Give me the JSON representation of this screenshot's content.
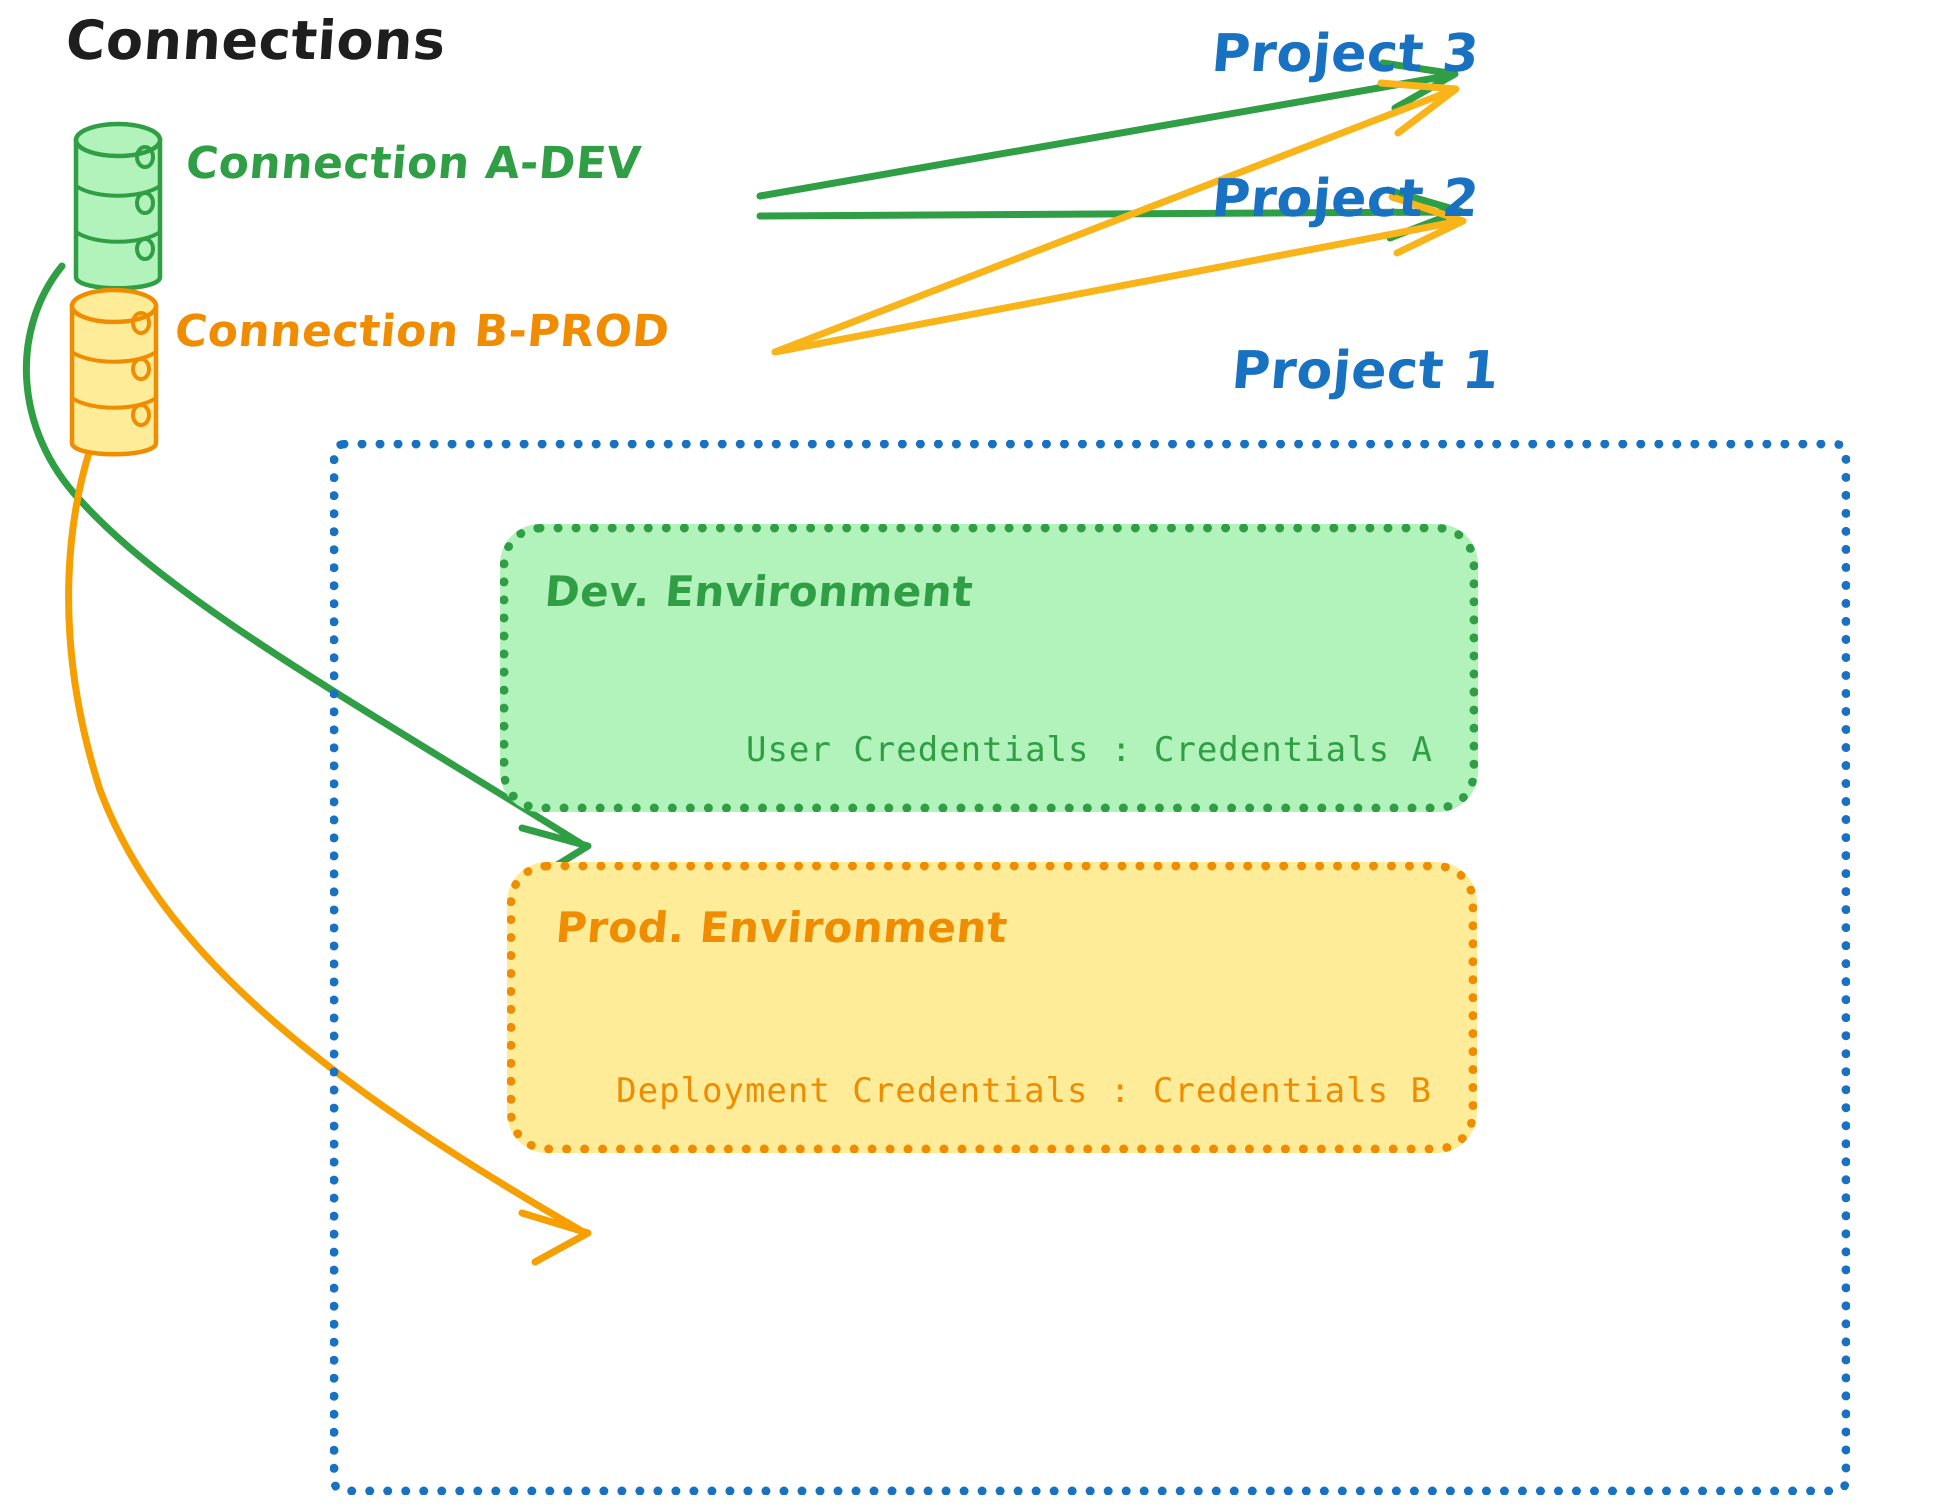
{
  "title": "Connections",
  "colors": {
    "green_stroke": "#2f9e44",
    "green_fill": "#b2f2bb",
    "orange_stroke": "#f08c00",
    "orange_fill": "#ffec99",
    "blue_stroke": "#1971c2",
    "text_dark": "#1e1e1e",
    "background": "#ffffff"
  },
  "connections": [
    {
      "id": "connection-a-dev",
      "label": "Connection A-DEV",
      "icon": "database-cylinder-icon",
      "color": "#2f9e44"
    },
    {
      "id": "connection-b-prod",
      "label": "Connection B-PROD",
      "icon": "database-cylinder-icon",
      "color": "#f08c00"
    }
  ],
  "projects": [
    {
      "id": "project-3",
      "label": "Project 3"
    },
    {
      "id": "project-2",
      "label": "Project 2"
    },
    {
      "id": "project-1",
      "label": "Project 1"
    }
  ],
  "project1": {
    "label": "Project 1",
    "environments": [
      {
        "id": "dev-environment",
        "title": "Dev. Environment",
        "credentials_label": "User Credentials : Credentials A",
        "color": "#2f9e44",
        "fill": "#b2f2bb"
      },
      {
        "id": "prod-environment",
        "title": "Prod. Environment",
        "credentials_label": "Deployment Credentials : Credentials B",
        "color": "#f08c00",
        "fill": "#ffec99"
      }
    ]
  },
  "edges": [
    {
      "id": "edge-a-dev-to-project-3",
      "from": "connection-a-dev",
      "to": "project-3",
      "color": "#2f9e44"
    },
    {
      "id": "edge-a-dev-to-project-2",
      "from": "connection-a-dev",
      "to": "project-2",
      "color": "#2f9e44"
    },
    {
      "id": "edge-a-dev-to-dev-environment",
      "from": "connection-a-dev",
      "to": "dev-environment",
      "color": "#2f9e44"
    },
    {
      "id": "edge-b-prod-to-project-3",
      "from": "connection-b-prod",
      "to": "project-3",
      "color": "#f08c00"
    },
    {
      "id": "edge-b-prod-to-project-2",
      "from": "connection-b-prod",
      "to": "project-2",
      "color": "#f08c00"
    },
    {
      "id": "edge-b-prod-to-prod-environment",
      "from": "connection-b-prod",
      "to": "prod-environment",
      "color": "#f08c00"
    }
  ]
}
